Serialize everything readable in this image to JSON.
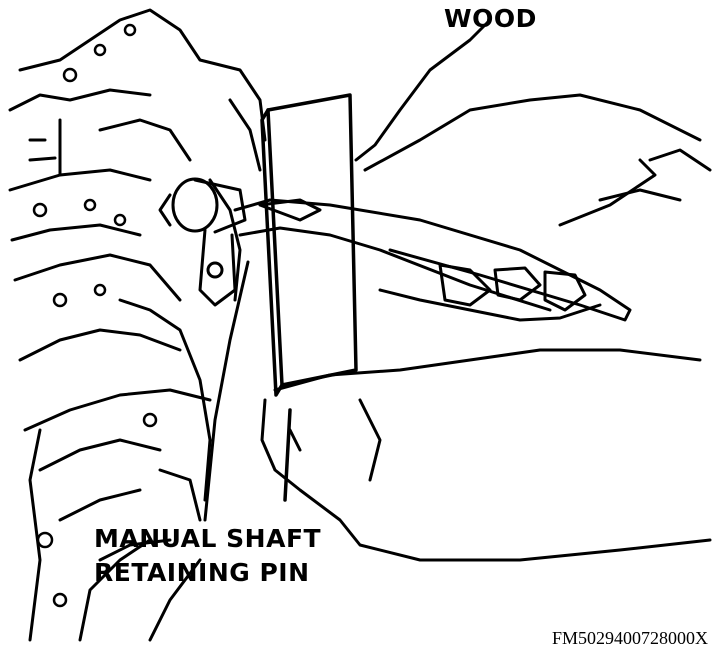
{
  "labels": {
    "wood": "WOOD",
    "pin_line1": "MANUAL SHAFT",
    "pin_line2": "RETAINING PIN"
  },
  "figure_id": "FM5029400728000X",
  "colors": {
    "ink": "#000000",
    "paper": "#ffffff"
  }
}
